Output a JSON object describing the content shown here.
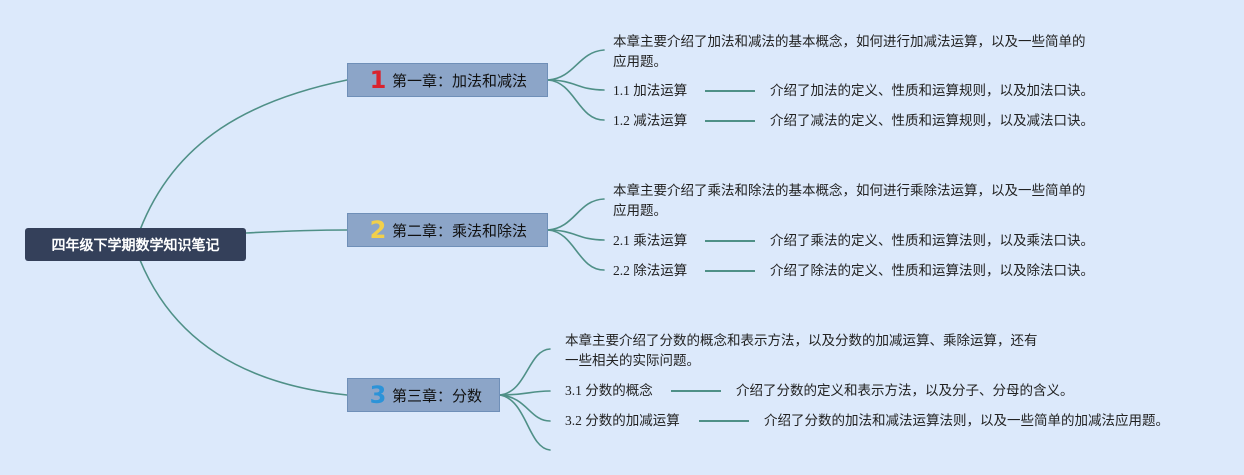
{
  "root": {
    "title": "四年级下学期数学知识笔记"
  },
  "colors": {
    "line": "#4f9087",
    "chapter_fill": "#8ca5c8",
    "root_fill": "#34405a",
    "background": "#dce9fb",
    "number_1": "#d9232e",
    "number_2": "#f2d04a",
    "number_3": "#2c93d8"
  },
  "chapters": [
    {
      "number": "1",
      "title": "第一章：加法和减法",
      "description": [
        "本章主要介绍了加法和减法的基本概念，如何进行加减法运算，以及一些简单的",
        "应用题。"
      ],
      "sections": [
        {
          "title": "1.1 加法运算",
          "detail": "介绍了加法的定义、性质和运算规则，以及加法口诀。"
        },
        {
          "title": "1.2 减法运算",
          "detail": "介绍了减法的定义、性质和运算规则，以及减法口诀。"
        }
      ]
    },
    {
      "number": "2",
      "title": "第二章：乘法和除法",
      "description": [
        "本章主要介绍了乘法和除法的基本概念，如何进行乘除法运算，以及一些简单的",
        "应用题。"
      ],
      "sections": [
        {
          "title": "2.1 乘法运算",
          "detail": "介绍了乘法的定义、性质和运算法则，以及乘法口诀。"
        },
        {
          "title": "2.2 除法运算",
          "detail": "介绍了除法的定义、性质和运算法则，以及除法口诀。"
        }
      ]
    },
    {
      "number": "3",
      "title": "第三章：分数",
      "description": [
        "本章主要介绍了分数的概念和表示方法，以及分数的加减运算、乘除运算，还有",
        "一些相关的实际问题。"
      ],
      "sections": [
        {
          "title": "3.1 分数的概念",
          "detail": "介绍了分数的定义和表示方法，以及分子、分母的含义。"
        },
        {
          "title": "3.2 分数的加减运算",
          "detail": "介绍了分数的加法和减法运算法则，以及一些简单的加减法应用题。"
        }
      ]
    }
  ]
}
